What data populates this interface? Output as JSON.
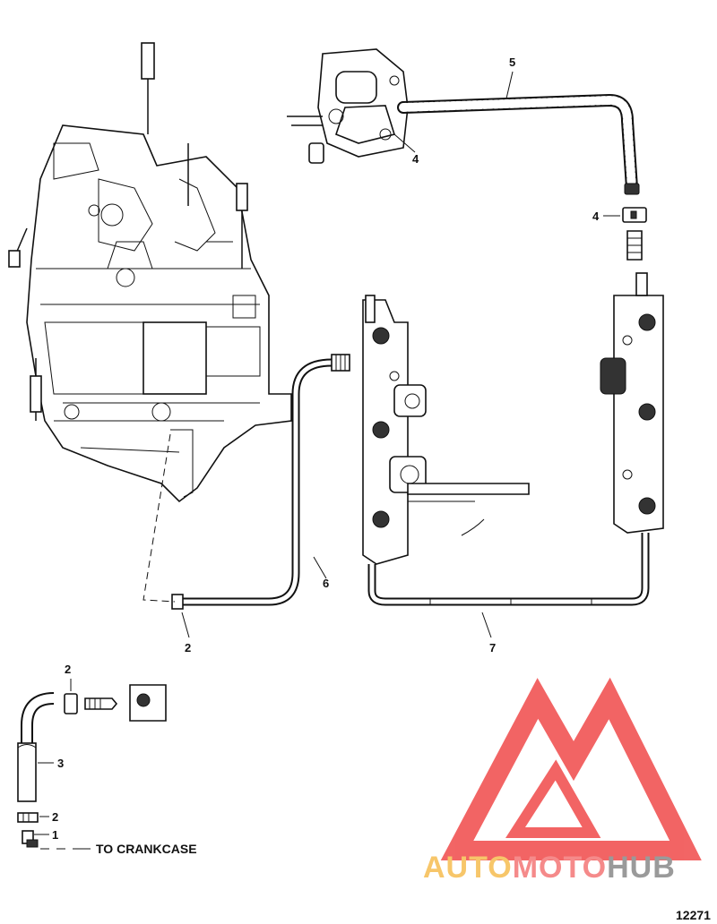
{
  "callouts": {
    "c1": "1",
    "c2a": "2",
    "c2b": "2",
    "c2c": "2",
    "c3": "3",
    "c4a": "4",
    "c4b": "4",
    "c5": "5",
    "c6": "6",
    "c7": "7"
  },
  "note": "TO CRANKCASE",
  "figure_number": "12271",
  "watermark": {
    "part1": "AUTO",
    "part2": "MOTO",
    "part3": "HUB",
    "colors": {
      "auto": "#f7c66a",
      "moto": "#f58a8a",
      "hub": "#9a9a9a",
      "logo": "#f04a4a"
    }
  }
}
